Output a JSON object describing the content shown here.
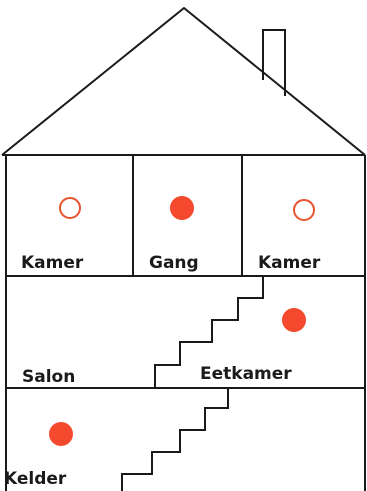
{
  "house": {
    "rooms": [
      {
        "label": "Kamer",
        "sensor_state": "off"
      },
      {
        "label": "Gang",
        "sensor_state": "on"
      },
      {
        "label": "Kamer",
        "sensor_state": "off"
      },
      {
        "label": "Salon",
        "sensor_state": null
      },
      {
        "label": "Eetkamer",
        "sensor_state": "on"
      },
      {
        "label": "Kelder",
        "sensor_state": "on"
      }
    ]
  },
  "colors": {
    "outline": "#1a1a1a",
    "sensor_on": "#f5492e",
    "sensor_off_ring": "#e8532f",
    "background": "#ffffff"
  }
}
